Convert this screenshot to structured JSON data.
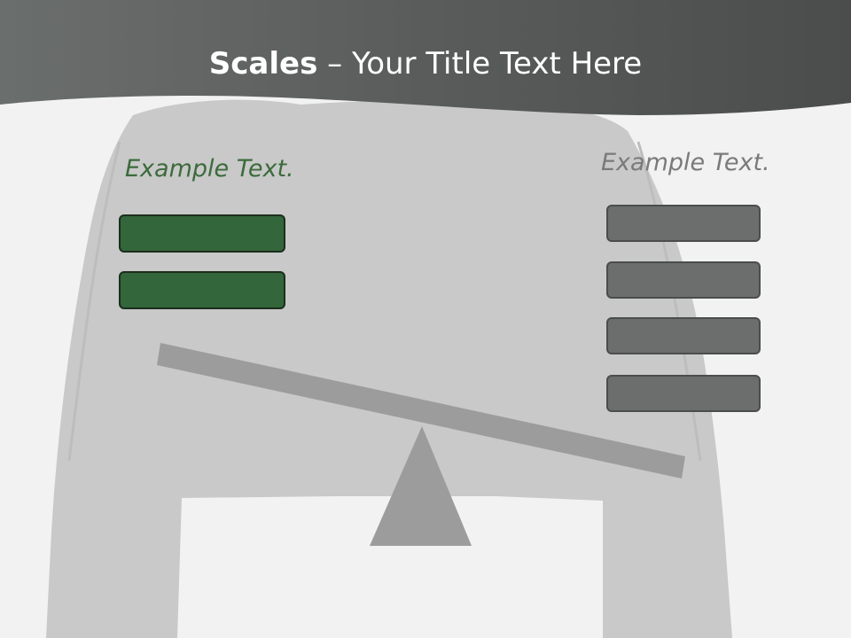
{
  "slide": {
    "title_bold": "Scales",
    "title_rest": " – Your Title Text Here"
  },
  "left": {
    "label": "Example Text.",
    "box_count": 2
  },
  "right": {
    "label": "Example Text.",
    "box_count": 4
  },
  "colors": {
    "header": "#595c5b",
    "page_background": "#f2f2f2",
    "silhouette": "#c9c9c9",
    "left_accent": "#33663a",
    "left_border": "#1c2e1e",
    "left_label": "#3c6b3c",
    "right_fill": "#6b6e6d",
    "right_border": "#4a4d4c",
    "right_label": "#7a7a7a",
    "beam": "#9c9c9c",
    "fulcrum": "#9c9c9c"
  },
  "icons": {
    "background": "jacket-silhouette",
    "fulcrum": "triangle",
    "beam": "tilted-bar"
  }
}
